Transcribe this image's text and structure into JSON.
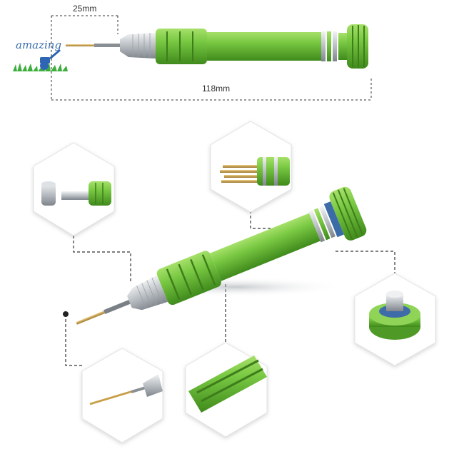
{
  "logo": {
    "text": "amazing",
    "accent": "#3b6fb0",
    "grass": "#3cae3c"
  },
  "dimensions": {
    "tip_length": "25mm",
    "total_length": "118mm"
  },
  "colors": {
    "handle_green": "#7ac943",
    "handle_dark": "#4f9a25",
    "tip_gold": "#c9a04a",
    "chrome": "#c8ccd0",
    "dash": "#333333"
  },
  "callouts": [
    {
      "id": "chuck-detail",
      "icon": "chuck-detail-photo"
    },
    {
      "id": "bits-detail",
      "icon": "gold-bits-photo"
    },
    {
      "id": "cap-detail",
      "icon": "rotating-cap-photo"
    },
    {
      "id": "tip-detail",
      "icon": "tip-closeup-photo"
    },
    {
      "id": "grip-detail",
      "icon": "knurled-grip-photo"
    }
  ]
}
